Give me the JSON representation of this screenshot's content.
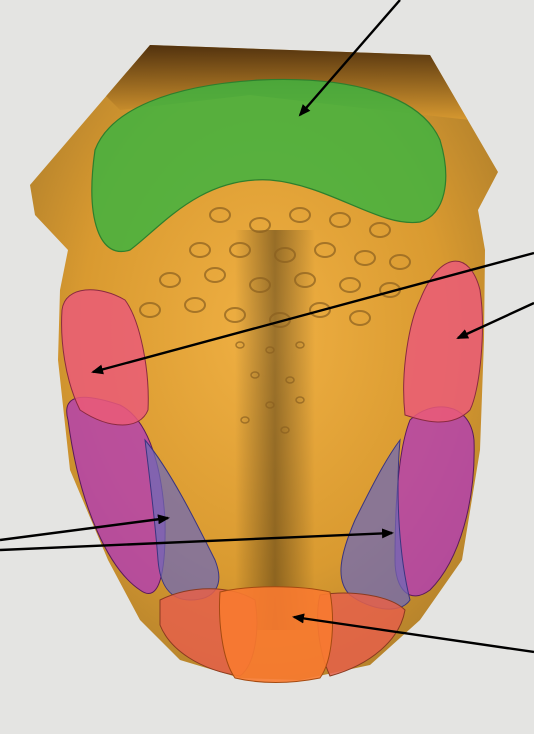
{
  "diagram": {
    "colors": {
      "background": "#e4e4e2",
      "tongue_light": "#f0b043",
      "tongue_mid": "#d99a30",
      "tongue_dark": "#a87a2a",
      "tongue_base_dark": "#3b2008",
      "bumps": "#8a6020",
      "zone_back": "#3fb33f",
      "zone_front_sides": "#ea5a78",
      "zone_mid_sides_purple": "#b23cb5",
      "zone_mid_sides_blue": "#6f6ab6",
      "zone_tip_side": "#e4604a",
      "zone_tip_center": "#f87a30",
      "arrow": "#000000"
    },
    "regions": [
      {
        "id": "back",
        "color_key": "zone_back"
      },
      {
        "id": "left-front-side",
        "color_key": "zone_front_sides"
      },
      {
        "id": "right-front-side",
        "color_key": "zone_front_sides"
      },
      {
        "id": "left-mid-side",
        "color_key": "zone_mid_sides_purple"
      },
      {
        "id": "right-mid-side",
        "color_key": "zone_mid_sides_purple"
      },
      {
        "id": "left-inner-strip",
        "color_key": "zone_mid_sides_blue"
      },
      {
        "id": "right-inner-strip",
        "color_key": "zone_mid_sides_blue"
      },
      {
        "id": "tip",
        "color_key": "zone_tip_center"
      }
    ],
    "arrows": [
      {
        "id": "arrow-back",
        "target": "back"
      },
      {
        "id": "arrow-left-front",
        "target": "left-front-side"
      },
      {
        "id": "arrow-right-front",
        "target": "right-front-side"
      },
      {
        "id": "arrow-left-mid",
        "target": "left-inner-strip"
      },
      {
        "id": "arrow-right-mid",
        "target": "right-inner-strip"
      },
      {
        "id": "arrow-tip",
        "target": "tip"
      }
    ]
  }
}
